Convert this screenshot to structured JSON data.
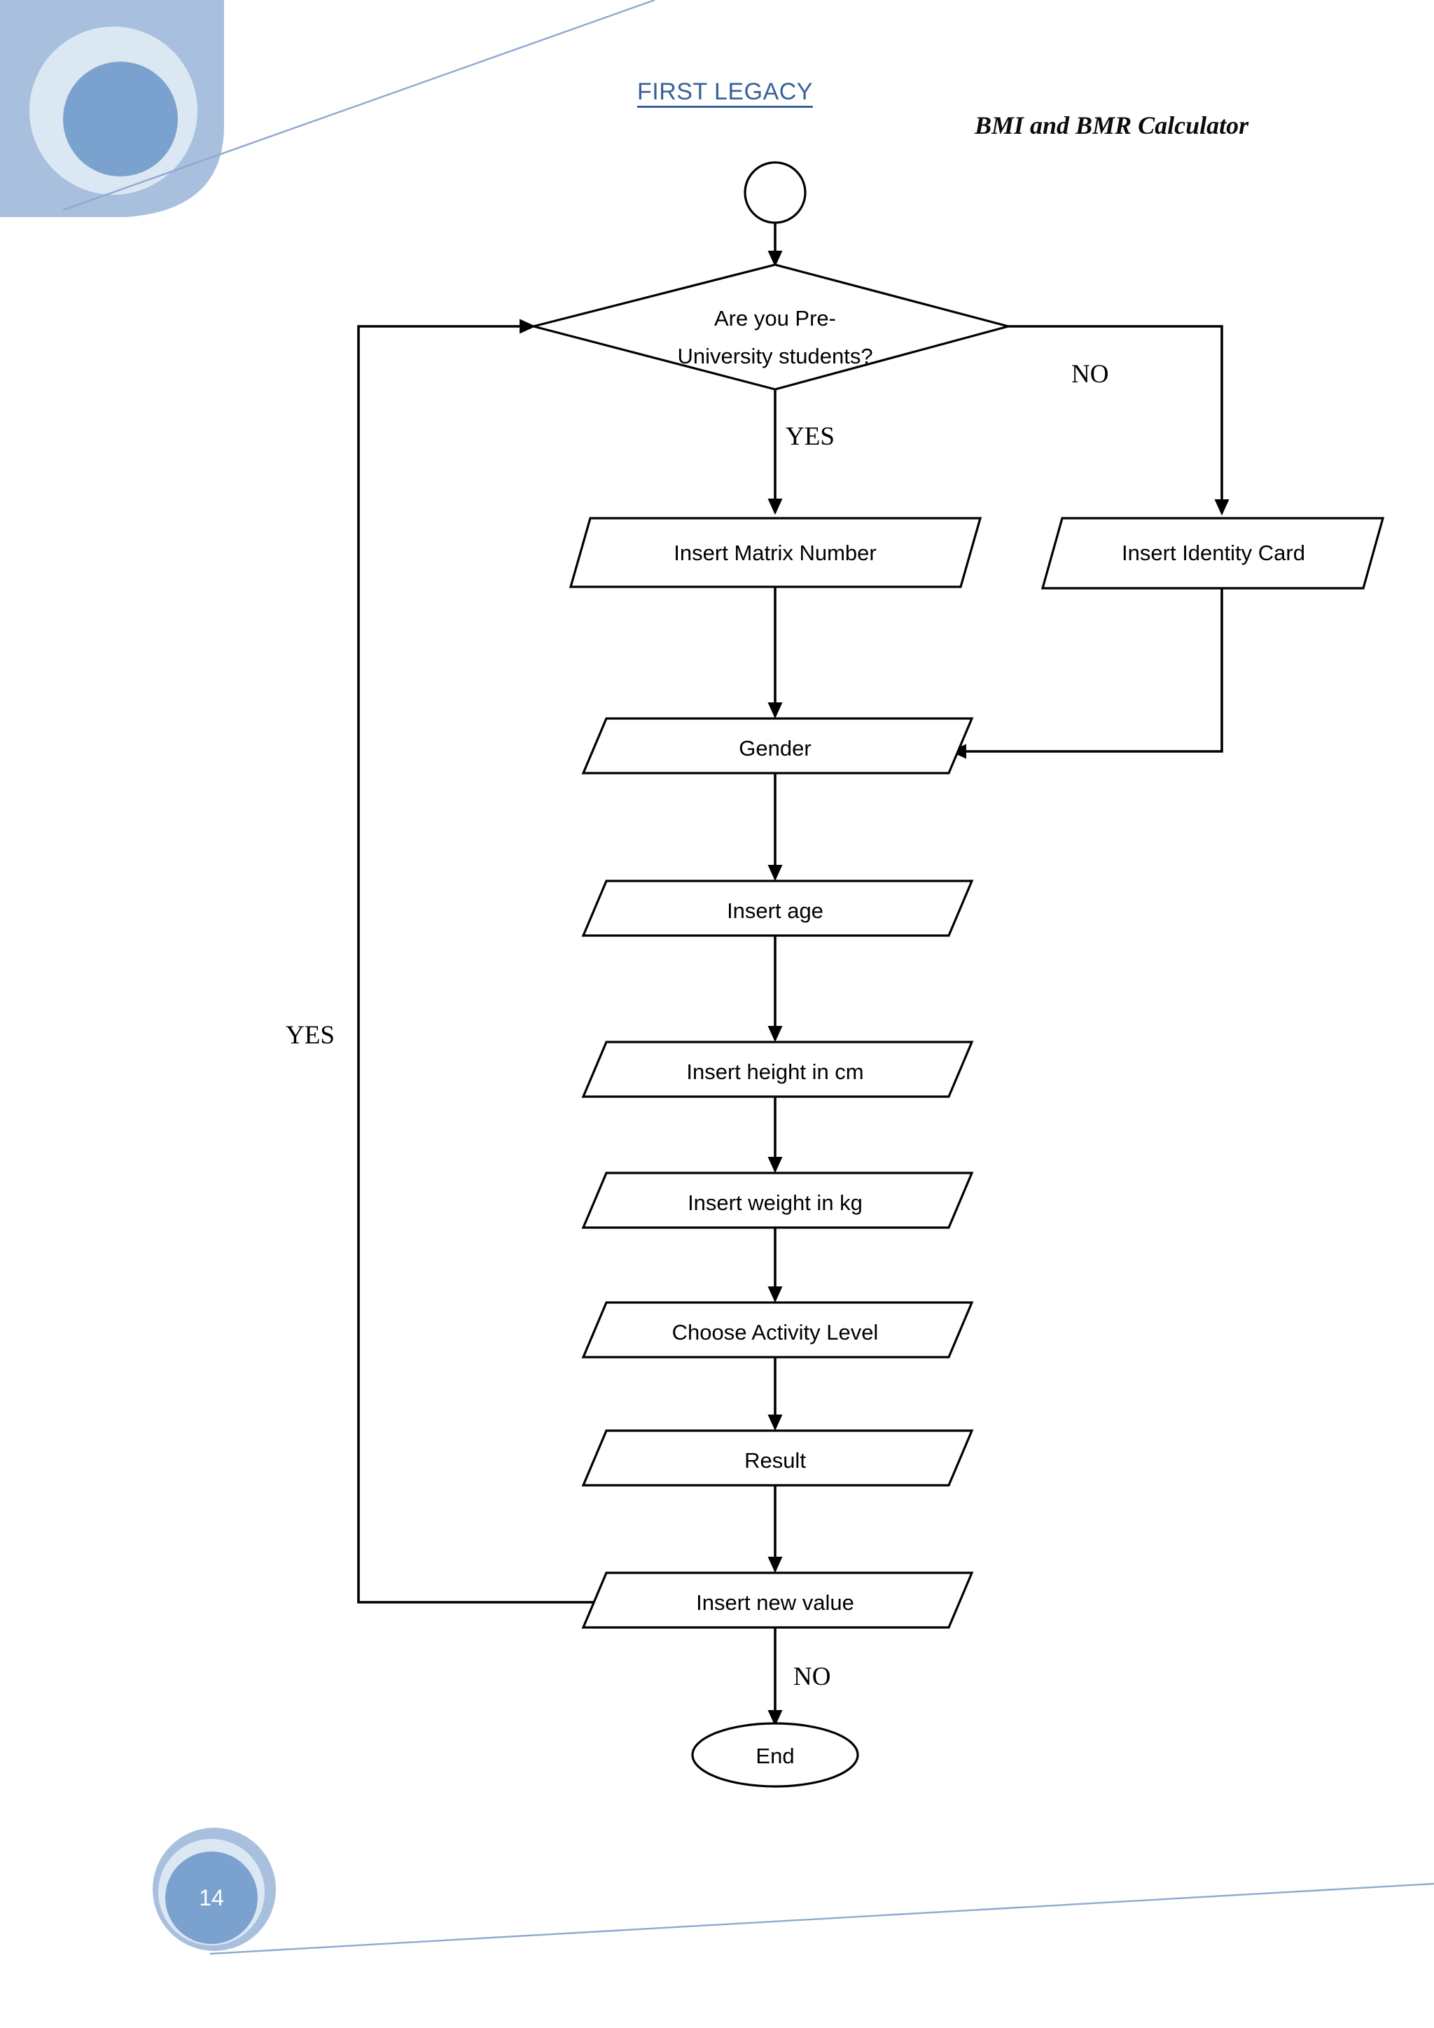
{
  "page": {
    "title": "BMI and BMR Calculator",
    "header_label": "FIRST LEGACY",
    "page_number": "14",
    "background_color": "#ffffff"
  },
  "decoration": {
    "corner_logo_name": "concentric-circles-logo",
    "colors": {
      "outer_blue": "#a8c0de",
      "light_blue": "#dce7f4",
      "mid_blue": "#7ba2ce",
      "hairline": "#8fa9cf"
    }
  },
  "chart_data": {
    "type": "diagram",
    "diagram_kind": "flowchart",
    "title": "BMI and BMR Calculator",
    "nodes": [
      {
        "id": "start",
        "shape": "circle",
        "label": ""
      },
      {
        "id": "decision",
        "shape": "diamond",
        "label": "Are you Pre-University students?"
      },
      {
        "id": "matrix",
        "shape": "parallelogram",
        "label": "Insert Matrix Number"
      },
      {
        "id": "identity",
        "shape": "parallelogram",
        "label": "Insert Identity Card"
      },
      {
        "id": "gender",
        "shape": "parallelogram",
        "label": "Gender"
      },
      {
        "id": "age",
        "shape": "parallelogram",
        "label": "Insert age"
      },
      {
        "id": "height",
        "shape": "parallelogram",
        "label": "Insert height in cm"
      },
      {
        "id": "weight",
        "shape": "parallelogram",
        "label": "Insert weight in kg"
      },
      {
        "id": "activity",
        "shape": "parallelogram",
        "label": "Choose Activity Level"
      },
      {
        "id": "result",
        "shape": "parallelogram",
        "label": "Result"
      },
      {
        "id": "newvalue",
        "shape": "parallelogram",
        "label": "Insert new value"
      },
      {
        "id": "end",
        "shape": "ellipse",
        "label": "End"
      }
    ],
    "edges": [
      {
        "from": "start",
        "to": "decision",
        "label": ""
      },
      {
        "from": "decision",
        "to": "matrix",
        "label": "YES"
      },
      {
        "from": "decision",
        "to": "identity",
        "label": "NO"
      },
      {
        "from": "matrix",
        "to": "gender",
        "label": ""
      },
      {
        "from": "identity",
        "to": "gender",
        "label": ""
      },
      {
        "from": "gender",
        "to": "age",
        "label": ""
      },
      {
        "from": "age",
        "to": "height",
        "label": ""
      },
      {
        "from": "height",
        "to": "weight",
        "label": ""
      },
      {
        "from": "weight",
        "to": "activity",
        "label": ""
      },
      {
        "from": "activity",
        "to": "result",
        "label": ""
      },
      {
        "from": "result",
        "to": "newvalue",
        "label": ""
      },
      {
        "from": "newvalue",
        "to": "decision",
        "label": "YES"
      },
      {
        "from": "newvalue",
        "to": "end",
        "label": "NO"
      }
    ],
    "branch_labels": {
      "decision_yes": "YES",
      "decision_no": "NO",
      "loop_yes": "YES",
      "end_no": "NO"
    }
  },
  "flow": {
    "start_label": "",
    "decision_label_line1": "Are you Pre-",
    "decision_label_line2": "University students?",
    "yes_under_decision": "YES",
    "no_right_of_decision": "NO",
    "matrix_label": "Insert Matrix Number",
    "identity_label": "Insert Identity Card",
    "gender_label": "Gender",
    "age_label": "Insert age",
    "height_label": "Insert height in cm",
    "weight_label": "Insert weight in kg",
    "activity_label": "Choose Activity Level",
    "result_label": "Result",
    "newvalue_label": "Insert new value",
    "loop_yes_label": "YES",
    "end_no_label": "NO",
    "end_label": "End"
  }
}
